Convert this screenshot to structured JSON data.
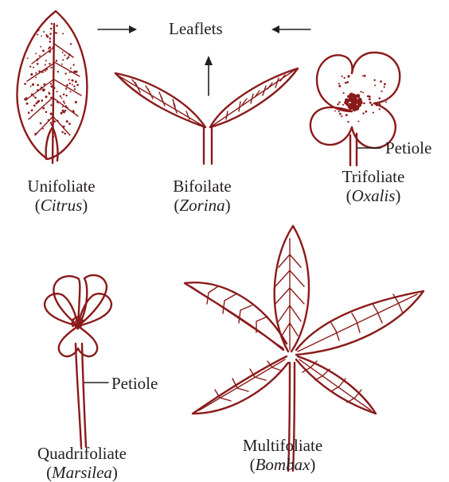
{
  "labels": {
    "leaflets": "Leaflets",
    "petiole_top": "Petiole",
    "petiole_bottom": "Petiole"
  },
  "specimens": [
    {
      "type": "Unifoliate",
      "open": "(",
      "example": "Citrus",
      "close": ")"
    },
    {
      "type": "Bifoilate",
      "open": "(",
      "example": "Zorina",
      "close": ")"
    },
    {
      "type": "Trifoliate",
      "open": "(",
      "example": "Oxalis",
      "close": ")"
    },
    {
      "type": "Quadrifoliate",
      "open": "(",
      "example": "Marsilea",
      "close": ")"
    },
    {
      "type": "Multifoliate",
      "open": "(",
      "example": "Bombax",
      "close": ")"
    }
  ],
  "colors": {
    "ink": "#8b1a1a",
    "text": "#231f20",
    "background": "#ffffff"
  }
}
